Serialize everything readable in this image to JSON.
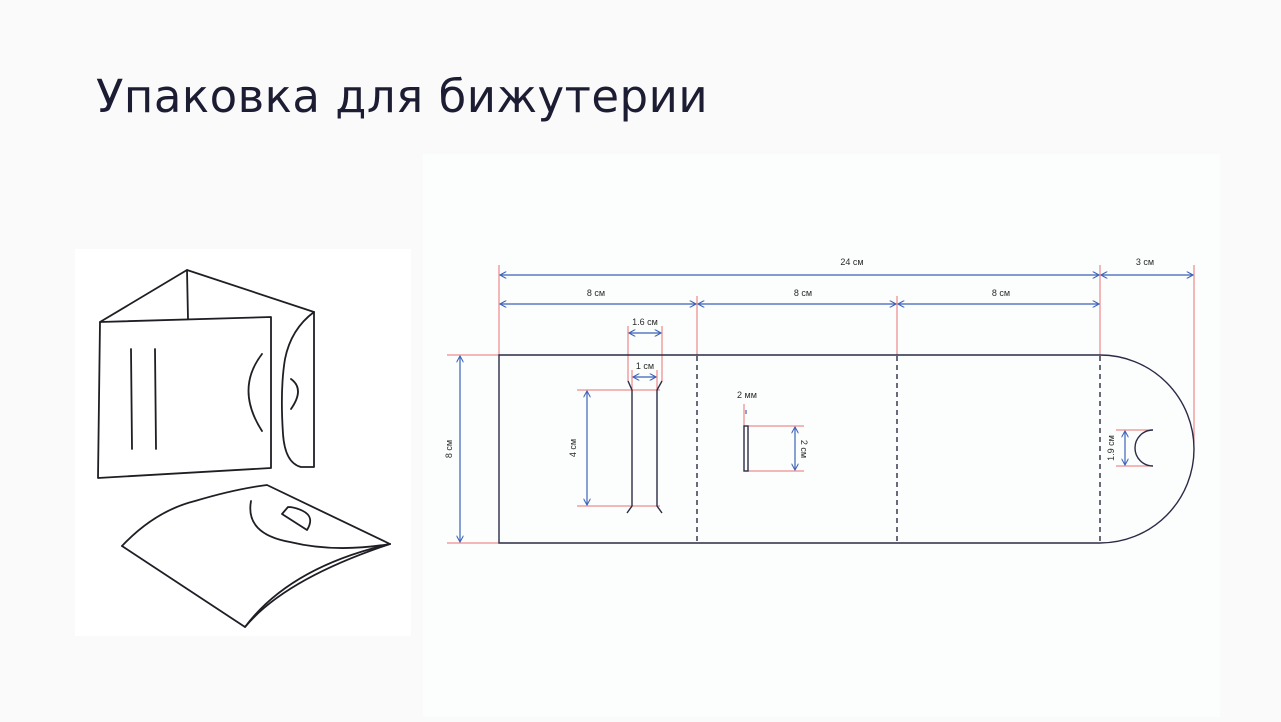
{
  "slide": {
    "title": "Упаковка для бижутерии"
  },
  "illustration": {
    "description": "Line drawing of jewelry packaging: open tri-fold card with slits and round tab, and closed pillow-style envelope with D-shaped tab"
  },
  "diagram": {
    "description": "Die-cut template with dimensions",
    "colors": {
      "outline": "#2b2b45",
      "dimension_arrow": "#3a62b8",
      "extension_line": "#e8716e"
    },
    "dimensions": {
      "total_width": "24 см",
      "flap_width": "3 см",
      "panel_1_width": "8 см",
      "panel_2_width": "8 см",
      "panel_3_width": "8 см",
      "height": "8 см",
      "slot_outer_width": "1.6 см",
      "slot_inner_width": "1 см",
      "slot_height": "4 см",
      "slit_width": "2 мм",
      "slit_height": "2 см",
      "tab_cutout_height": "1.9 см"
    }
  }
}
